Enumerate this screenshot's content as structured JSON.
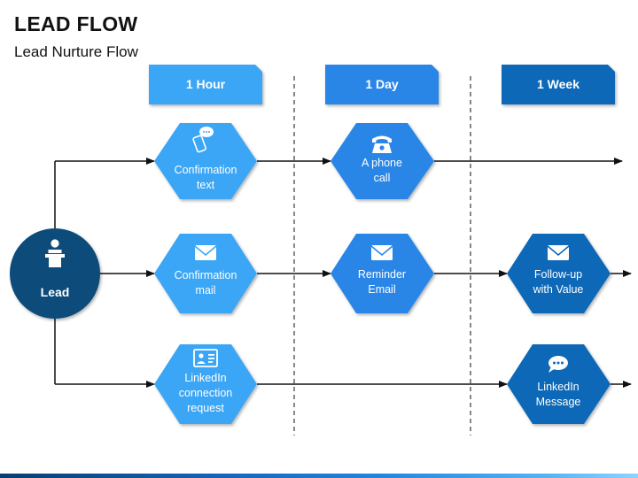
{
  "title": "LEAD FLOW",
  "subtitle": "Lead Nurture Flow",
  "colors": {
    "light": "#3aa6f5",
    "mid": "#2a86e6",
    "dark": "#0b67b7",
    "lead": "#0e4c7a",
    "line": "#111111"
  },
  "lead": {
    "label": "Lead",
    "icon": "speaker-podium-icon"
  },
  "headers": [
    {
      "label": "1 Hour"
    },
    {
      "label": "1 Day"
    },
    {
      "label": "1 Week"
    }
  ],
  "nodes": {
    "confirmation_text": {
      "lines": [
        "Confirmation",
        "text"
      ],
      "icon": "phone-chat-icon"
    },
    "phone_call": {
      "lines": [
        "A phone",
        "call"
      ],
      "icon": "telephone-icon"
    },
    "confirmation_mail": {
      "lines": [
        "Confirmation",
        "mail"
      ],
      "icon": "envelope-icon"
    },
    "reminder_email": {
      "lines": [
        "Reminder",
        "Email"
      ],
      "icon": "envelope-icon"
    },
    "follow_up": {
      "lines": [
        "Follow-up",
        "with Value"
      ],
      "icon": "envelope-icon"
    },
    "linkedin_request": {
      "lines": [
        "LinkedIn",
        "connection",
        "request"
      ],
      "icon": "id-card-icon"
    },
    "linkedin_message": {
      "lines": [
        "LinkedIn",
        "Message"
      ],
      "icon": "chat-bubble-icon"
    }
  }
}
